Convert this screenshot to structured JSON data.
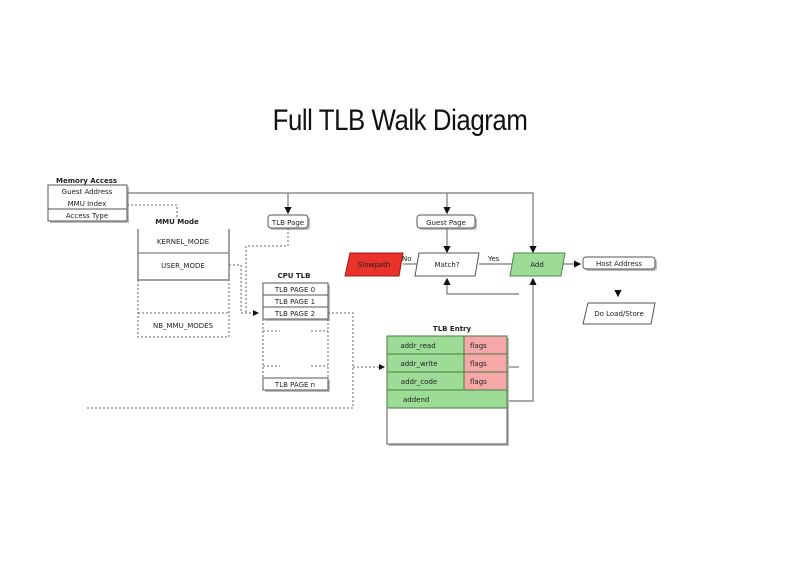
{
  "title": "Full TLB Walk Diagram",
  "memory_access": {
    "label": "Memory Access",
    "fields": [
      "Guest Address",
      "MMU Index",
      "Access Type"
    ]
  },
  "mmu_mode": {
    "label": "MMU Mode",
    "items": [
      "KERNEL_MODE",
      "USER_MODE",
      "NB_MMU_MODES"
    ]
  },
  "tlb_page": "TLB Page",
  "guest_page": "Guest Page",
  "cpu_tlb": {
    "label": "CPU TLB",
    "items": [
      "TLB PAGE 0",
      "TLB PAGE 1",
      "TLB PAGE 2",
      "TLB PAGE n"
    ]
  },
  "flow": {
    "slowpath": "Slowpath",
    "no": "No",
    "match": "Match?",
    "yes": "Yes",
    "add": "Add",
    "host_address": "Host Address",
    "do_load_store": "Do Load/Store"
  },
  "tlb_entry": {
    "label": "TLB Entry",
    "rows": [
      {
        "field": "addr_read",
        "flags": "flags"
      },
      {
        "field": "addr_write",
        "flags": "flags"
      },
      {
        "field": "addr_code",
        "flags": "flags"
      }
    ],
    "addend": "addend"
  },
  "colors": {
    "slowpath": "#e8322a",
    "green": "#9cdc96",
    "pink": "#f6a8a8"
  }
}
